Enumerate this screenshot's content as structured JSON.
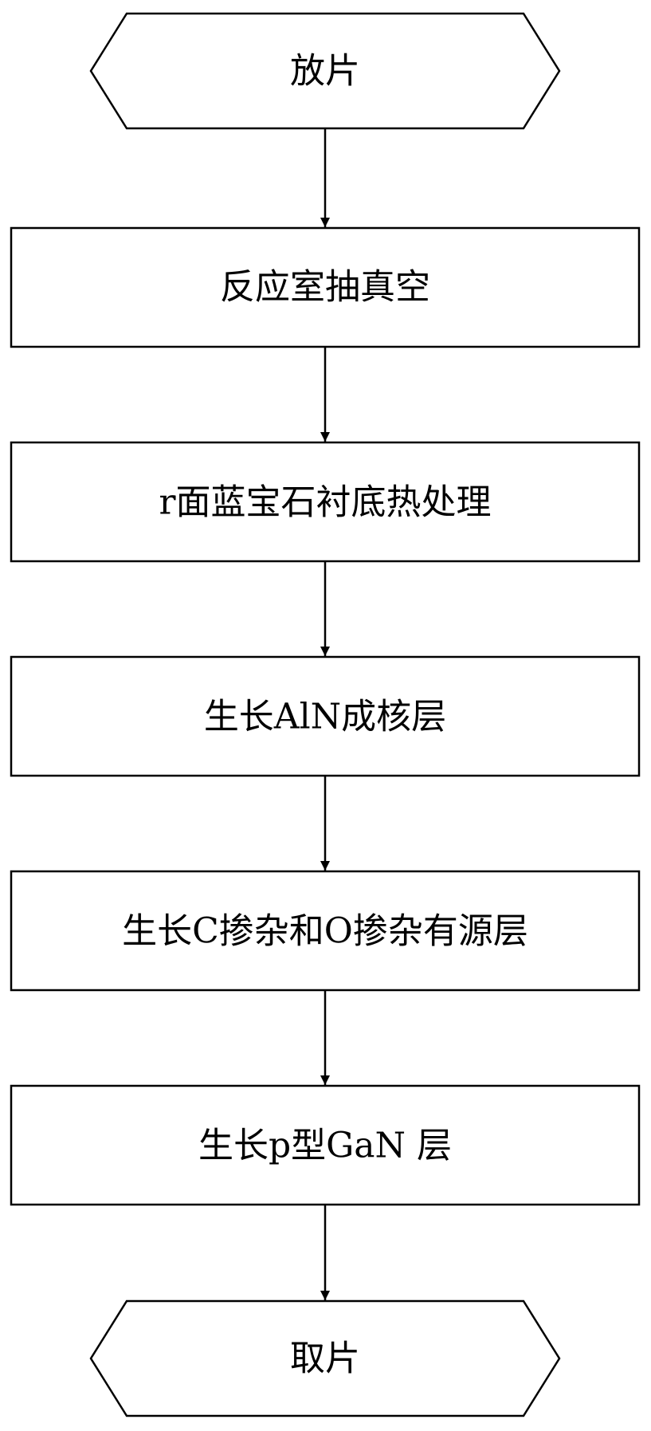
{
  "flowchart": {
    "start": {
      "label": "放片"
    },
    "steps": [
      {
        "label": "反应室抽真空"
      },
      {
        "label": "r面蓝宝石衬底热处理"
      },
      {
        "label": "生长AlN成核层"
      },
      {
        "label": "生长C掺杂和O掺杂有源层"
      },
      {
        "label": "生长p型GaN 层"
      }
    ],
    "end": {
      "label": "取片"
    }
  },
  "colors": {
    "stroke": "#000000",
    "background": "#ffffff"
  }
}
